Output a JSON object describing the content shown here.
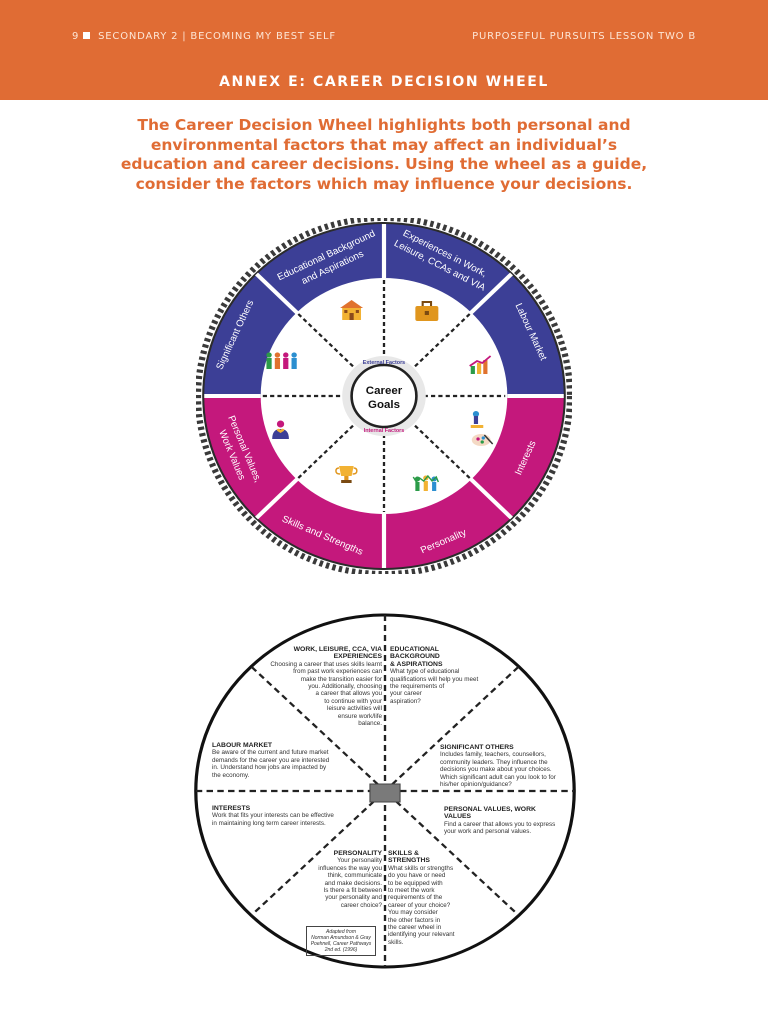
{
  "header": {
    "page_number": "9",
    "left": "SECONDARY 2 | BECOMING MY BEST SELF",
    "right": "PURPOSEFUL PURSUITS LESSON TWO B",
    "title": "ANNEX E: CAREER DECISION WHEEL"
  },
  "intro": "The Career Decision Wheel highlights both personal and environmental factors that may affect an individual’s education and career decisions. Using the wheel as a guide, consider the factors which may influence your decisions.",
  "wheel": {
    "center_line1": "Career",
    "center_line2": "Goals",
    "external_label": "External Factors",
    "internal_label": "Internal Factors",
    "colors": {
      "external": "#3c3f96",
      "internal": "#c4187c",
      "accent": "#e06c34"
    },
    "segments": [
      {
        "label1": "Experiences in Work,",
        "label2": "Leisure, CCAs and VIA",
        "icon": "briefcase-icon"
      },
      {
        "label1": "Labour Market",
        "label2": "",
        "icon": "growth-chart-icon"
      },
      {
        "label1": "Interests",
        "label2": "",
        "icon": "microscope-palette-icon"
      },
      {
        "label1": "Personality",
        "label2": "",
        "icon": "people-cheering-icon"
      },
      {
        "label1": "Skills and Strengths",
        "label2": "",
        "icon": "trophy-icon"
      },
      {
        "label1": "Personal Values,",
        "label2": "Work Values",
        "icon": "person-heart-icon"
      },
      {
        "label1": "Significant Others",
        "label2": "",
        "icon": "family-icon"
      },
      {
        "label1": "Educational Background",
        "label2": "and Aspirations",
        "icon": "school-icon"
      }
    ]
  },
  "worksheet": {
    "work": {
      "heading1": "WORK, LEISURE, CCA, VIA",
      "heading2": "EXPERIENCES",
      "body": [
        "Choosing a career that uses skills learnt",
        "from past work experiences can",
        "make the transition easier for",
        "you. Additionally, choosing",
        "a career that allows you",
        "to continue with your",
        "leisure activities will",
        "ensure work/life",
        "balance."
      ]
    },
    "education": {
      "heading1": "EDUCATIONAL",
      "heading2": "BACKGROUND",
      "heading3": "& ASPIRATIONS",
      "body": [
        "What type of educational",
        "qualifications will help you meet",
        "the requirements of",
        "your career",
        "aspiration?"
      ]
    },
    "labour": {
      "heading": "LABOUR MARKET",
      "body": [
        "Be aware of the current and future market",
        "demands for the career you are interested",
        "in. Understand how jobs are impacted by",
        "the economy."
      ]
    },
    "significant": {
      "heading": "SIGNIFICANT OTHERS",
      "body": [
        "Includes family, teachers, counsellors,",
        "community leaders. They influence the",
        "decisions you make about your choices.",
        "Which significant adult can you look to for",
        "his/her opinion/guidance?"
      ]
    },
    "interests": {
      "heading": "INTERESTS",
      "body": [
        "Work that fits your interests can be effective",
        "in maintaining long term career interests."
      ]
    },
    "values": {
      "heading1": "PERSONAL VALUES, WORK",
      "heading2": "VALUES",
      "body": [
        "Find a career that allows you to express",
        "your work and personal values."
      ]
    },
    "personality": {
      "heading": "PERSONALITY",
      "body": [
        "Your personality",
        "influences the way you",
        "think, communicate",
        "and make decisions.",
        "Is there a fit between",
        "your personality and",
        "career choice?"
      ]
    },
    "skills": {
      "heading1": "SKILLS &",
      "heading2": "STRENGTHS",
      "body": [
        "What skills or strengths",
        "do you have or need",
        "to be equipped with",
        "to meet the work",
        "requirements of the",
        "career of your choice?",
        "You may consider",
        "the other factors in",
        "the career wheel in",
        "identifying your relevant",
        "skills."
      ]
    },
    "citation": [
      "Adapted from",
      "Norman Amundson & Gray",
      "Poehnell, Career Pathways",
      "2nd ed. (1996)"
    ]
  }
}
